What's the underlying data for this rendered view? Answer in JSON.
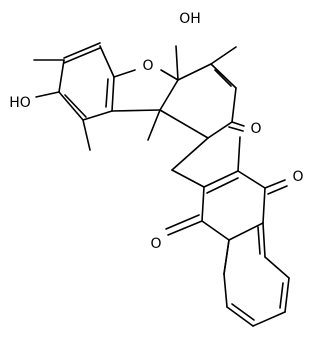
{
  "molecule": {
    "atoms": {
      "ring_oxygen": "O",
      "hydroxyl_top": "OH",
      "hydroxyl_left": "HO",
      "ketone_oxygen": "O",
      "quinone_oxygen_top": "O",
      "quinone_oxygen_bottom": "O"
    }
  },
  "colors": {
    "bond": "#000000",
    "label": "#000000",
    "background": "#ffffff"
  }
}
